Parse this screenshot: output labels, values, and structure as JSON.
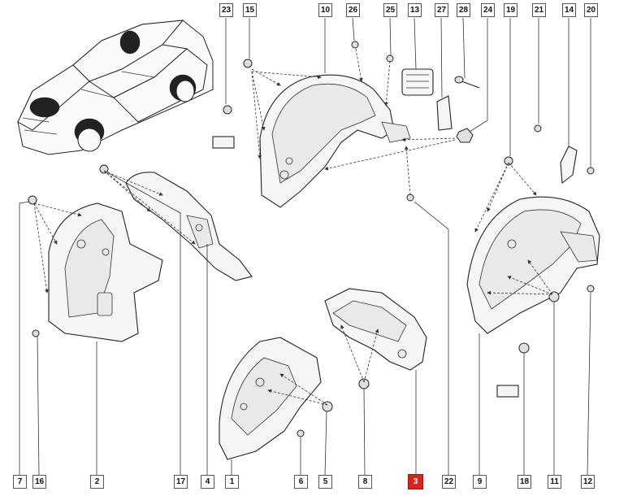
{
  "diagram": {
    "highlight_color": "#d9231d",
    "top_callouts": [
      "23",
      "15",
      "10",
      "26",
      "25",
      "13",
      "27",
      "28",
      "24",
      "19",
      "21",
      "14",
      "20"
    ],
    "bottom_callouts": [
      "7",
      "16",
      "2",
      "17",
      "4",
      "1",
      "6",
      "5",
      "8",
      "3",
      "22",
      "9",
      "18",
      "11",
      "12"
    ],
    "highlighted_callout": "3"
  }
}
